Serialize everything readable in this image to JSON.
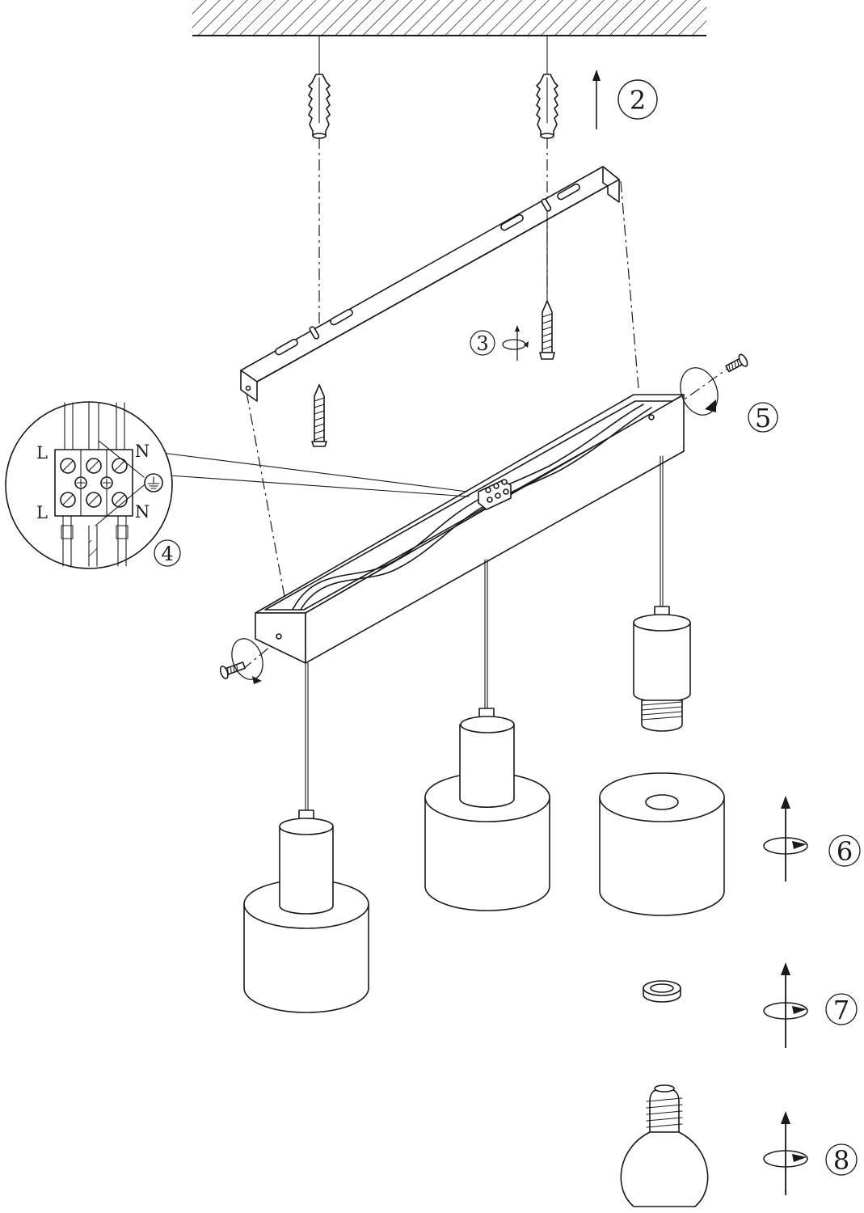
{
  "steps": [
    {
      "id": "step-2",
      "label": "2"
    },
    {
      "id": "step-3",
      "label": "3"
    },
    {
      "id": "step-4",
      "label": "4"
    },
    {
      "id": "step-5",
      "label": "5"
    },
    {
      "id": "step-6",
      "label": "6"
    },
    {
      "id": "step-7",
      "label": "7"
    },
    {
      "id": "step-8",
      "label": "8"
    }
  ],
  "wiring": {
    "top_left": "L",
    "top_right": "N",
    "bottom_left": "L",
    "bottom_right": "N"
  }
}
